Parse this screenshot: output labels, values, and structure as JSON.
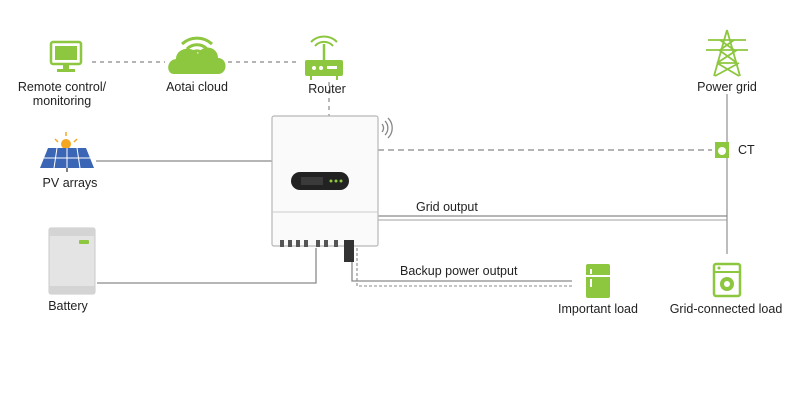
{
  "labels": {
    "remote": [
      "Remote control/",
      "monitoring"
    ],
    "cloud": "Aotai cloud",
    "router": "Router",
    "power_grid": "Power grid",
    "ct": "CT",
    "pv": "PV arrays",
    "battery": "Battery",
    "grid_output": "Grid output",
    "backup_output": "Backup power output",
    "important_load": "Important load",
    "grid_load": "Grid-connected load"
  },
  "colors": {
    "accent_green": "#8dc63f",
    "line_gray": "#888888",
    "dash_gray": "#999999",
    "solar_blue": "#3a66b5",
    "sun_orange": "#f5a623"
  }
}
